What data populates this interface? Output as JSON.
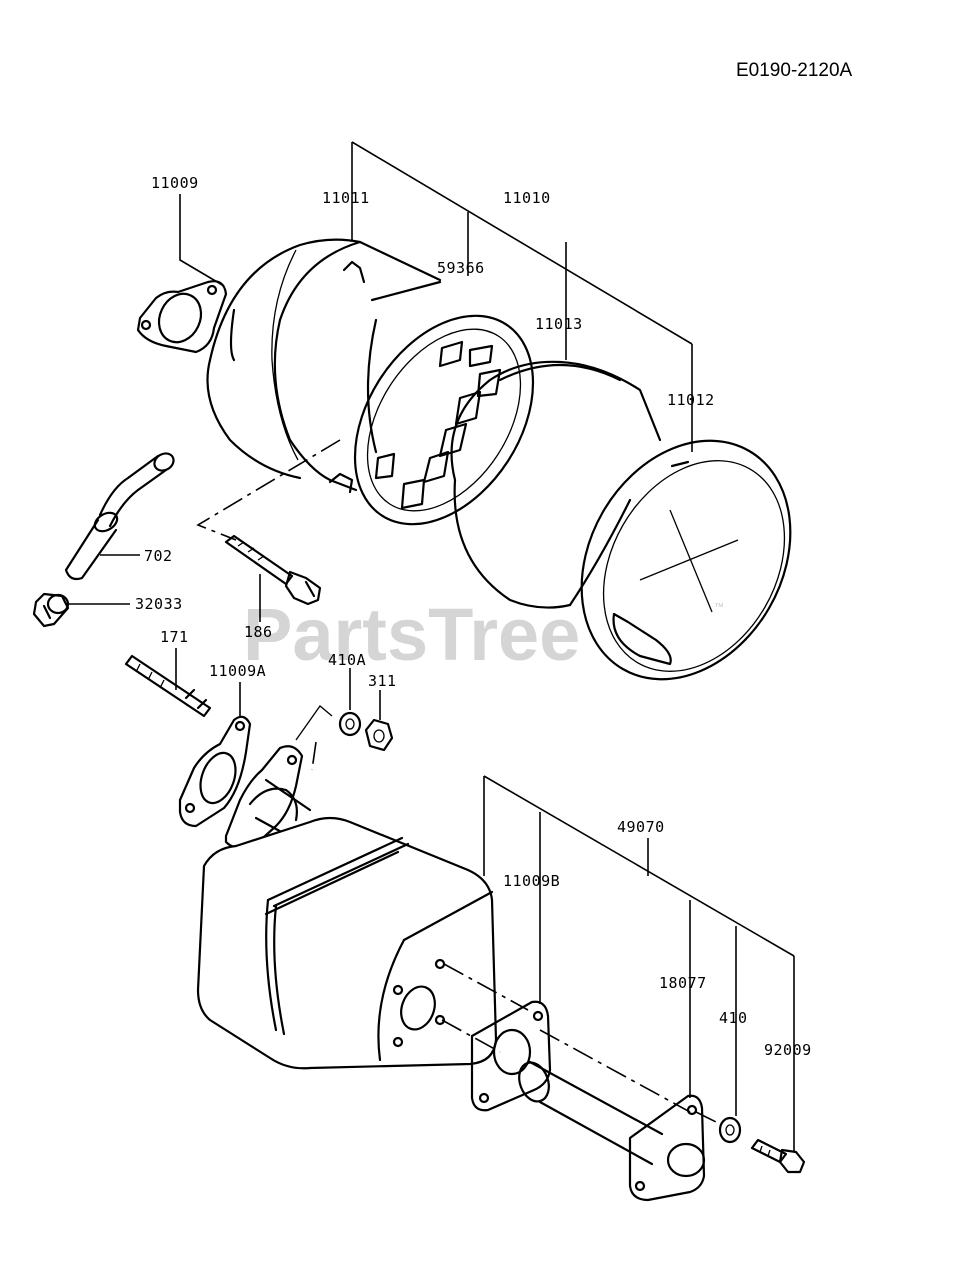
{
  "diagram_code": "E0190-2120A",
  "watermark": {
    "text": "PartsTree",
    "trademark": "™"
  },
  "labels": {
    "p11009": "11009",
    "p11011": "11011",
    "p11010": "11010",
    "p59366": "59366",
    "p11013": "11013",
    "p11012": "11012",
    "p702": "702",
    "p32033": "32033",
    "p186": "186",
    "p171": "171",
    "p11009a": "11009A",
    "p410a": "410A",
    "p311": "311",
    "p49070": "49070",
    "p11009b": "11009B",
    "p18077": "18077",
    "p410": "410",
    "p92009": "92009"
  }
}
